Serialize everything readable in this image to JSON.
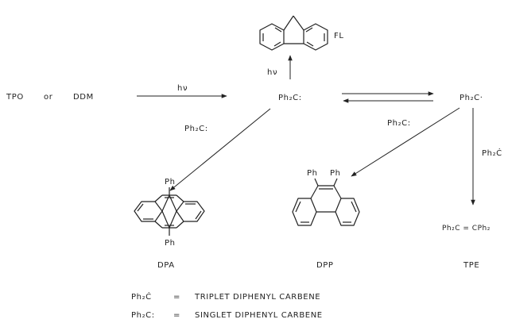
{
  "reactants": {
    "tpo": "TPO",
    "or": "or",
    "ddm": "DDM"
  },
  "conditions": {
    "hv_main": "hν",
    "hv_up": "hν"
  },
  "species": {
    "singlet": "Ph₂C:",
    "triplet": "Ph₂C·",
    "singlet_reagent_dpa": "Ph₂C:",
    "singlet_reagent_dpp": "Ph₂C:",
    "triplet_reagent_tpe": "Ph₂Ċ"
  },
  "products": {
    "fl": {
      "label": "FL"
    },
    "dpa": {
      "label": "DPA",
      "sub_top": "Ph",
      "sub_bottom": "Ph"
    },
    "dpp": {
      "label": "DPP",
      "sub_left": "Ph",
      "sub_right": "Ph"
    },
    "tpe": {
      "formula": "Ph₂C = CPh₂",
      "label": "TPE"
    }
  },
  "legend": [
    {
      "symbol": "Ph₂Ċ",
      "eq": "=",
      "meaning": "TRIPLET DIPHENYL CARBENE"
    },
    {
      "symbol": "Ph₂C:",
      "eq": "=",
      "meaning": "SINGLET DIPHENYL CARBENE"
    }
  ]
}
